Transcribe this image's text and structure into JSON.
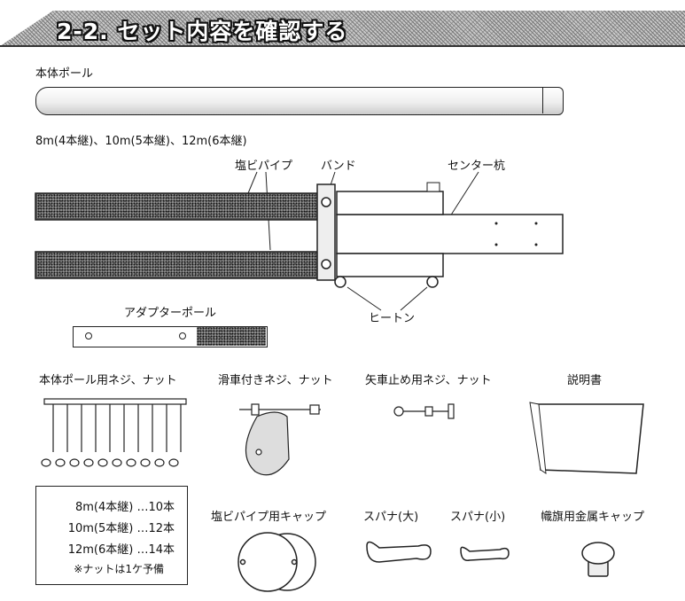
{
  "header": {
    "title": "2-2. セット内容を確認する"
  },
  "parts": {
    "main_pole": {
      "label": "本体ポール",
      "sizes": "8m(4本継)、10m(5本継)、12m(6本継)"
    },
    "diagram_labels": {
      "pvc_pipe": "塩ビパイプ",
      "band": "バンド",
      "center_stake": "センター杭",
      "heaton": "ヒートン"
    },
    "adapter_pole": "アダプターポール",
    "bolts_nuts_main": "本体ポール用ネジ、ナット",
    "pulley_bolts": "滑車付きネジ、ナット",
    "arrow_stop_bolts": "矢車止め用ネジ、ナット",
    "manual": "説明書",
    "pvc_caps": "塩ビパイプ用キャップ",
    "wrench_large": "スパナ(大)",
    "wrench_small": "スパナ(小)",
    "flag_cap": "幟旗用金属キャップ"
  },
  "count_box": {
    "rows": [
      "8m(4本継) …10本",
      "10m(5本継) …12本",
      "12m(6本継) …14本"
    ],
    "note": "※ナットは1ケ予備"
  }
}
